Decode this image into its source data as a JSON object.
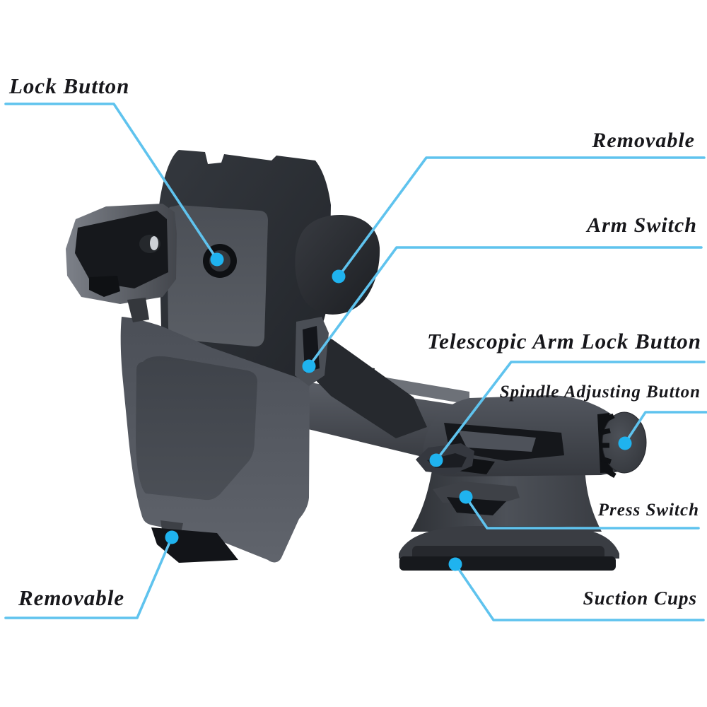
{
  "diagram": {
    "type": "labeled-product-diagram",
    "subject": "car windshield/dashboard suction phone mount with telescopic arm",
    "colors": {
      "background": "#ffffff",
      "leader_line": "#5fc3ee",
      "marker_dot": "#1fb3ef",
      "label_text": "#17171b",
      "product_dark": "#2c2f35",
      "product_mid": "#54585f",
      "product_light": "#7a7e86"
    },
    "labels": [
      {
        "id": "lock-button",
        "text": "Lock Button"
      },
      {
        "id": "removable-upper-arm",
        "text": "Removable"
      },
      {
        "id": "arm-switch",
        "text": "Arm Switch"
      },
      {
        "id": "telescopic-arm-lock-button",
        "text": "Telescopic Arm Lock Button"
      },
      {
        "id": "spindle-adjusting-button",
        "text": "Spindle Adjusting Button"
      },
      {
        "id": "press-switch",
        "text": "Press Switch"
      },
      {
        "id": "suction-cups",
        "text": "Suction Cups"
      },
      {
        "id": "removable-bottom-clamp",
        "text": "Removable"
      }
    ]
  }
}
